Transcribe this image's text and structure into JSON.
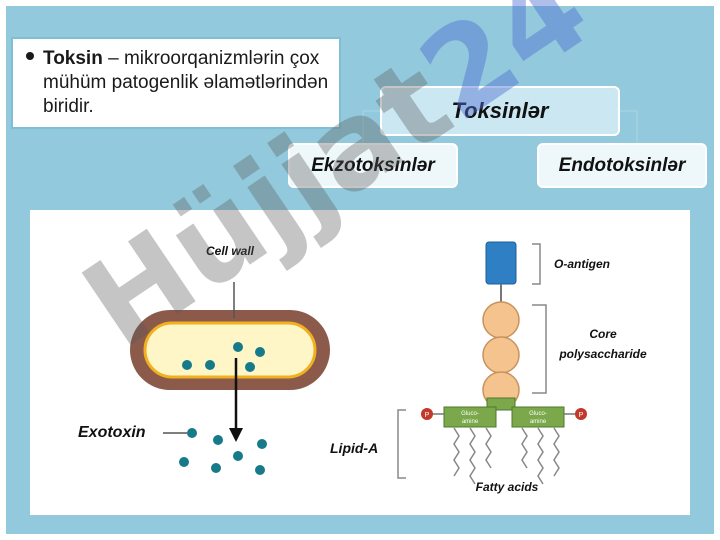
{
  "bullet": {
    "term": "Toksin",
    "text": " – mikroorqanizmlərin çox mühüm patogenlik əlamətlərindən biridir."
  },
  "tree": {
    "root": "Toksinlər",
    "children": [
      "Ekzotoksinlər",
      "Endotoksinlər"
    ]
  },
  "diagram": {
    "cell_wall": "Cell wall",
    "exotoxin": "Exotoxin",
    "o_antigen": "O-antigen",
    "core_line1": "Core",
    "core_line2": "polysaccharide",
    "lipid_a": "Lipid-A",
    "fatty_acids": "Fatty acids",
    "glucosamine_line1": "Gluco-",
    "glucosamine_line2": "amine",
    "phosphate": "P"
  },
  "watermark": {
    "word": "Hüjjat",
    "number": "24"
  },
  "colors": {
    "background": "#92c9dc",
    "cell_outer": "#8b5a4a",
    "cell_inner": "#fff6c8",
    "cell_border": "#f0b020",
    "toxin": "#167a8a",
    "o_antigen": "#2e7fc4",
    "core": "#f4c38e",
    "lipid": "#7aa84a",
    "phosphate": "#c0392b"
  }
}
